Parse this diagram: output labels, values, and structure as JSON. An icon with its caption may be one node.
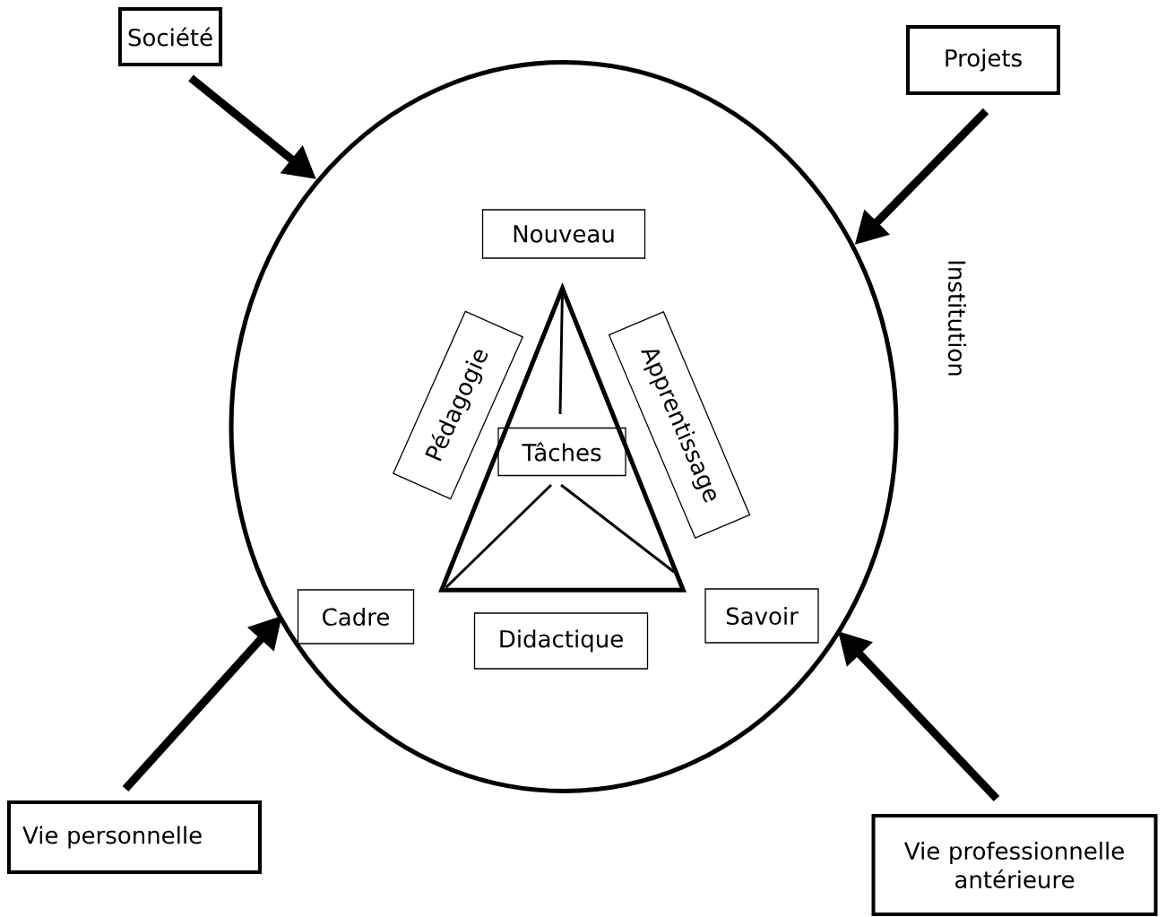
{
  "diagram": {
    "nodes": [
      {
        "text": [
          "Société"
        ]
      },
      {
        "text": [
          "Projets"
        ]
      },
      {
        "text": [],
        "shape": "circle",
        "beside": [
          "Institution"
        ]
      },
      {
        "text": [
          "Nouveau"
        ],
        "in": 2
      },
      {
        "text": [
          "Pédagogie"
        ],
        "in": 2
      },
      {
        "text": [
          "Apprentissage"
        ],
        "in": 2
      },
      {
        "text": [],
        "shape": "triangle",
        "in": 2
      },
      {
        "text": [
          "Tâches"
        ],
        "in": 6
      },
      {
        "text": [
          "Cadre"
        ],
        "in": 2
      },
      {
        "text": [
          "Didactique"
        ],
        "in": 2
      },
      {
        "text": [
          "Savoir"
        ],
        "in": 2
      },
      {
        "text": [
          "Vie personnelle"
        ]
      },
      {
        "text": [
          "Vie professionnelle antérieure"
        ]
      }
    ],
    "edges": [
      {
        "from": 0,
        "to": 2,
        "arrow": "to"
      },
      {
        "from": 1,
        "to": 2,
        "arrow": "to"
      },
      {
        "from": 11,
        "to": 2,
        "arrow": "to"
      },
      {
        "from": 12,
        "to": 2,
        "arrow": "to"
      }
    ]
  }
}
